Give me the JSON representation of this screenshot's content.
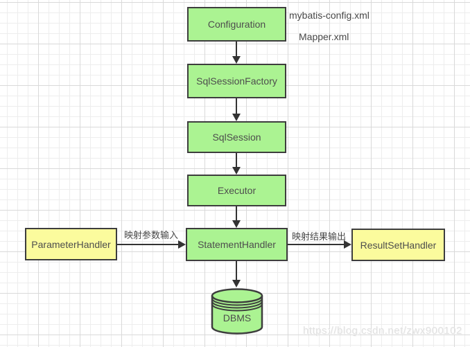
{
  "diagram": {
    "nodes": {
      "configuration": {
        "label": "Configuration"
      },
      "sql_session_factory": {
        "label": "SqlSessionFactory"
      },
      "sql_session": {
        "label": "SqlSession"
      },
      "executor": {
        "label": "Executor"
      },
      "statement_handler": {
        "label": "StatementHandler"
      },
      "parameter_handler": {
        "label": "ParameterHandler"
      },
      "result_set_handler": {
        "label": "ResultSetHandler"
      },
      "dbms": {
        "label": "DBMS"
      }
    },
    "annotations": {
      "config_file": "mybatis-config.xml",
      "mapper_file": "Mapper.xml"
    },
    "edge_labels": {
      "parameter_input": "映射参数输入",
      "result_output": "映射结果输出"
    },
    "edges": [
      {
        "from": "configuration",
        "to": "sql_session_factory"
      },
      {
        "from": "sql_session_factory",
        "to": "sql_session"
      },
      {
        "from": "sql_session",
        "to": "executor"
      },
      {
        "from": "executor",
        "to": "statement_handler"
      },
      {
        "from": "parameter_handler",
        "to": "statement_handler",
        "label": "映射参数输入"
      },
      {
        "from": "statement_handler",
        "to": "result_set_handler",
        "label": "映射结果输出"
      },
      {
        "from": "statement_handler",
        "to": "dbms"
      }
    ],
    "colors": {
      "green_fill": "#abf392",
      "yellow_fill": "#fbfb9d",
      "node_border": "#3d3d3d",
      "arrow": "#333333",
      "text": "#4d4d4d"
    }
  },
  "watermark": {
    "text": "https://blog.csdn.net/zwx900102"
  }
}
